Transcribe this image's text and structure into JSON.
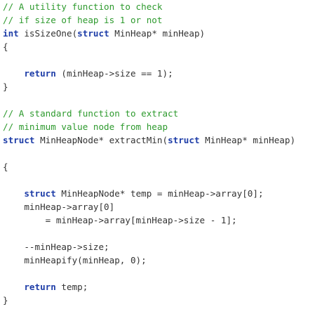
{
  "colors": {
    "comment": "#2e9a2e",
    "keyword": "#1f3ea8",
    "text": "#333333",
    "background": "#ffffff"
  },
  "code_lines": [
    [
      {
        "t": "// A utility function to check",
        "c": "comment"
      }
    ],
    [
      {
        "t": "// if size of heap is 1 or not",
        "c": "comment"
      }
    ],
    [
      {
        "t": "int",
        "c": "kw"
      },
      {
        "t": " isSizeOne(",
        "c": "plain"
      },
      {
        "t": "struct",
        "c": "kw"
      },
      {
        "t": " MinHeap* minHeap)",
        "c": "plain"
      }
    ],
    [
      {
        "t": "{",
        "c": "plain"
      }
    ],
    [],
    [
      {
        "t": "    ",
        "c": "plain"
      },
      {
        "t": "return",
        "c": "kw"
      },
      {
        "t": " (minHeap->size == 1);",
        "c": "plain"
      }
    ],
    [
      {
        "t": "}",
        "c": "plain"
      }
    ],
    [],
    [
      {
        "t": "// A standard function to extract",
        "c": "comment"
      }
    ],
    [
      {
        "t": "// minimum value node from heap",
        "c": "comment"
      }
    ],
    [
      {
        "t": "struct",
        "c": "kw"
      },
      {
        "t": " MinHeapNode* extractMin(",
        "c": "plain"
      },
      {
        "t": "struct",
        "c": "kw"
      },
      {
        "t": " MinHeap* minHeap)",
        "c": "plain"
      }
    ],
    [],
    [
      {
        "t": "{",
        "c": "plain"
      }
    ],
    [],
    [
      {
        "t": "    ",
        "c": "plain"
      },
      {
        "t": "struct",
        "c": "kw"
      },
      {
        "t": " MinHeapNode* temp = minHeap->array[0];",
        "c": "plain"
      }
    ],
    [
      {
        "t": "    minHeap->array[0]",
        "c": "plain"
      }
    ],
    [
      {
        "t": "        = minHeap->array[minHeap->size - 1];",
        "c": "plain"
      }
    ],
    [],
    [
      {
        "t": "    --minHeap->size;",
        "c": "plain"
      }
    ],
    [
      {
        "t": "    minHeapify(minHeap, 0);",
        "c": "plain"
      }
    ],
    [],
    [
      {
        "t": "    ",
        "c": "plain"
      },
      {
        "t": "return",
        "c": "kw"
      },
      {
        "t": " temp;",
        "c": "plain"
      }
    ],
    [
      {
        "t": "}",
        "c": "plain"
      }
    ]
  ]
}
